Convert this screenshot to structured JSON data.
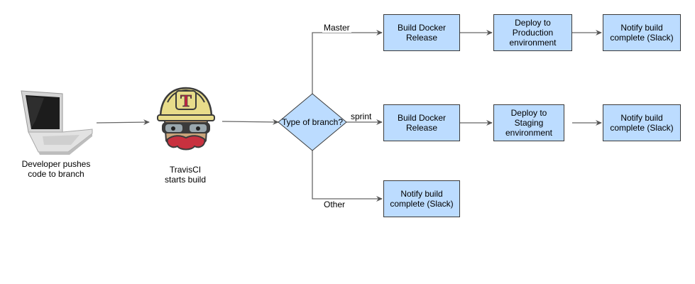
{
  "developer": {
    "caption_line1": "Developer pushes",
    "caption_line2": "code to branch",
    "icon": "laptop-icon"
  },
  "travis": {
    "caption_line1": "TravisCI",
    "caption_line2": "starts build",
    "icon": "travisci-mascot-icon",
    "badge": "T"
  },
  "decision": {
    "label": "Type of branch?"
  },
  "edge_labels": {
    "master": "Master",
    "sprint": "sprint",
    "other": "Other"
  },
  "master": {
    "build": [
      "Build Docker",
      "Release"
    ],
    "deploy": [
      "Deploy to",
      "Production",
      "environment"
    ],
    "notify": [
      "Notify build",
      "complete (Slack)"
    ]
  },
  "sprint": {
    "build": [
      "Build Docker",
      "Release"
    ],
    "deploy": [
      "Deploy to",
      "Staging",
      "environment"
    ],
    "notify": [
      "Notify build",
      "complete (Slack)"
    ]
  },
  "other": {
    "notify": [
      "Notify build",
      "complete (Slack)"
    ]
  },
  "colors": {
    "box_fill": "#bcdcff",
    "box_border": "#3a3a3a",
    "edge": "#666666"
  }
}
